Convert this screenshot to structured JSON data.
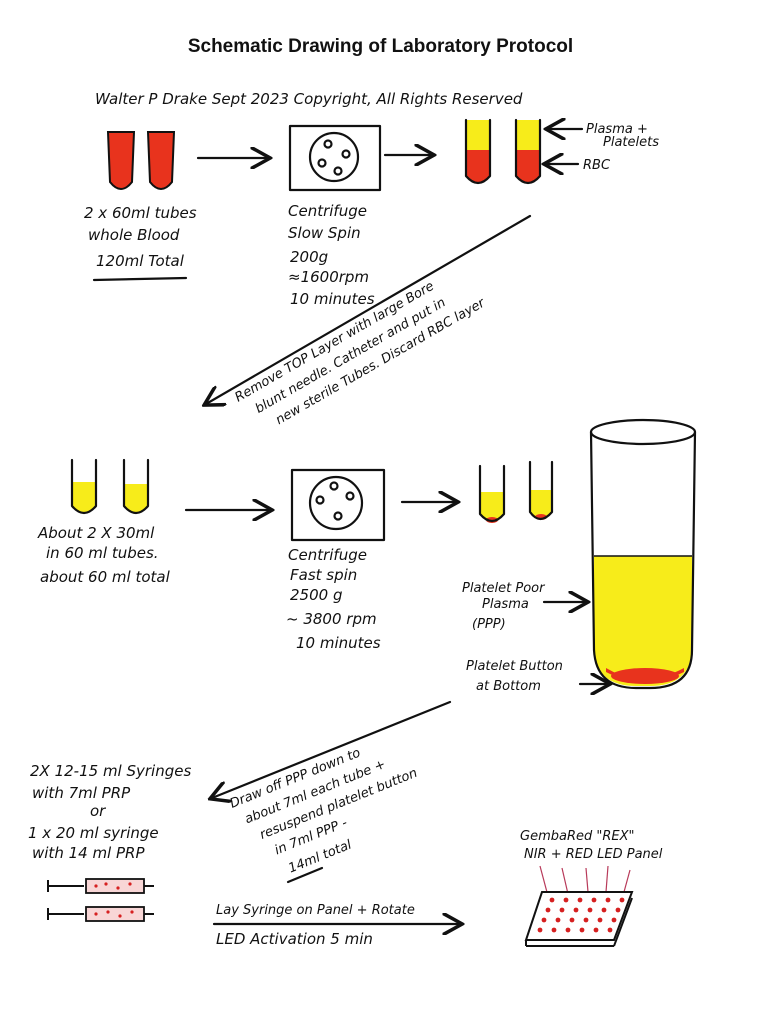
{
  "title": "Schematic Drawing of Laboratory Protocol",
  "author_line": "Walter P Drake  Sept 2023  Copyright, All Rights Reserved",
  "step1": {
    "tubes_label": [
      "2 x 60ml tubes",
      "whole Blood",
      "120ml Total"
    ],
    "centrifuge_label": [
      "Centrifuge",
      "Slow Spin",
      "200g",
      "≈1600rpm",
      "10 minutes"
    ],
    "layer_labels": {
      "top": [
        "Plasma +",
        "Platelets"
      ],
      "bottom": "RBC"
    }
  },
  "transfer1": [
    "Remove TOP Layer with large Bore",
    "blunt needle. Catheter and put in",
    "new sterile Tubes. Discard RBC layer"
  ],
  "step2": {
    "tubes_label": [
      "About 2 X 30ml",
      "in 60 ml tubes.",
      "about 60 ml total"
    ],
    "centrifuge_label": [
      "Centrifuge",
      "Fast spin",
      "2500 g",
      "~ 3800 rpm",
      "10 minutes"
    ],
    "ppp_label": [
      "Platelet Poor",
      "Plasma",
      "(PPP)"
    ],
    "button_label": [
      "Platelet Button",
      "at Bottom"
    ]
  },
  "transfer2": [
    "Draw off PPP down to",
    "about 7ml each tube +",
    "resuspend platelet button",
    "in 7ml PPP -",
    "14ml total"
  ],
  "step3": {
    "syringes_label": [
      "2X 12-15 ml Syringes",
      "with 7ml PRP",
      "or",
      "1 x 20 ml syringe",
      "with 14 ml PRP"
    ],
    "panel_label": [
      "GembaRed \"REX\"",
      "NIR + RED LED Panel"
    ],
    "activation_label": [
      "Lay Syringe on Panel + Rotate",
      "LED Activation 5 min"
    ]
  },
  "colors": {
    "blood": "#e8331d",
    "plasma": "#f7ec1a",
    "ink": "#111111",
    "led": "#d62020",
    "beam": "#b83a5a"
  }
}
